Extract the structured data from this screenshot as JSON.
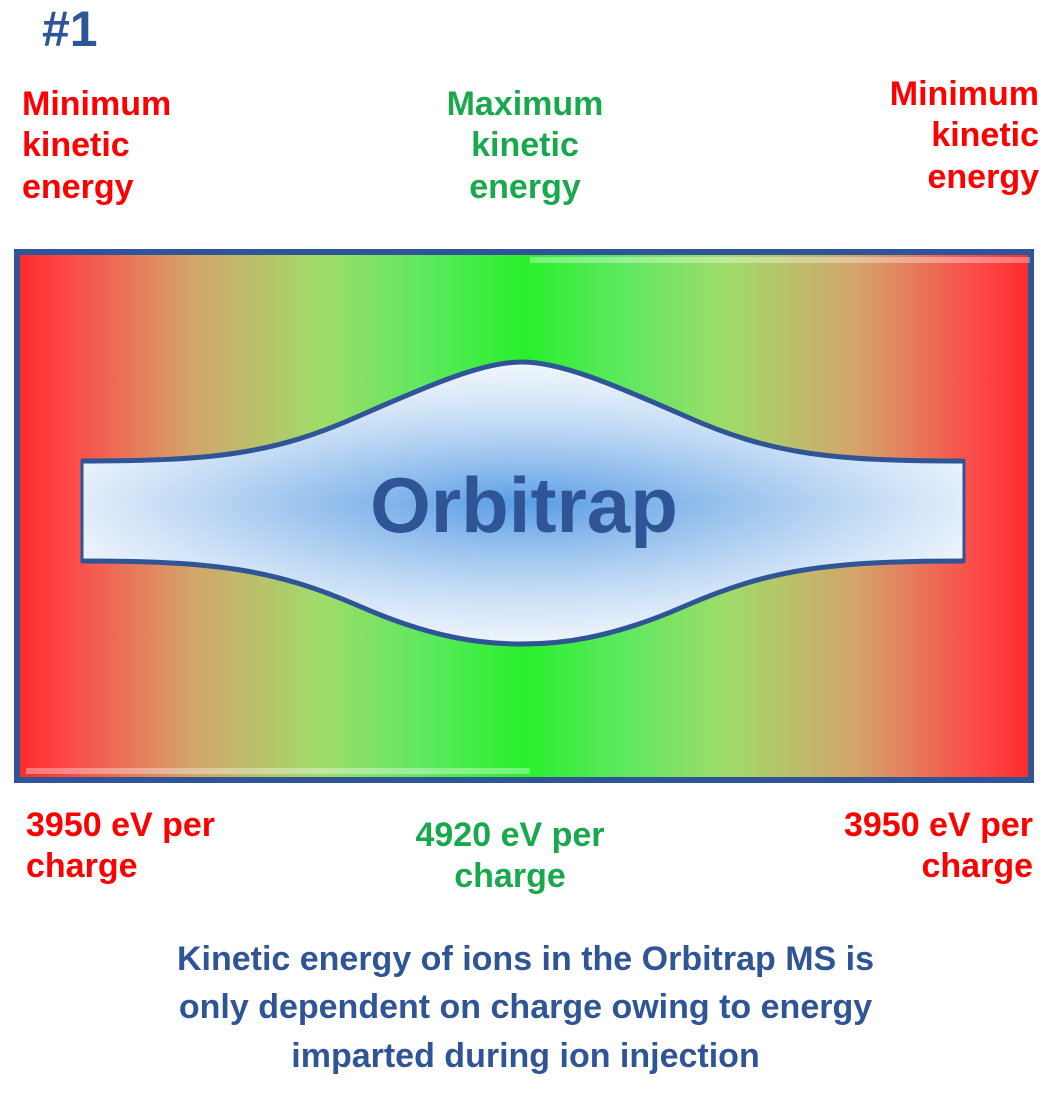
{
  "slide_number": "#1",
  "top_labels": {
    "left": [
      "Minimum",
      "kinetic",
      "energy"
    ],
    "center": [
      "Maximum",
      "kinetic",
      "energy"
    ],
    "right": [
      "Minimum",
      "kinetic",
      "energy"
    ]
  },
  "orbitrap_label": "Orbitrap",
  "bottom_labels": {
    "left": [
      "3950 eV per",
      "charge"
    ],
    "center": [
      "4920 eV per",
      "charge"
    ],
    "right": [
      "3950 eV per",
      "charge"
    ]
  },
  "caption": [
    "Kinetic energy of ions in the Orbitrap MS is",
    "only dependent on charge owing to energy",
    "imparted during ion injection"
  ],
  "colors": {
    "low_energy": "#ff2a2a",
    "high_energy": "#28f02c",
    "frame_border": "#2f5597",
    "text_red": "#ff0000",
    "text_green": "#1aa84e",
    "text_navy": "#2f5597"
  }
}
